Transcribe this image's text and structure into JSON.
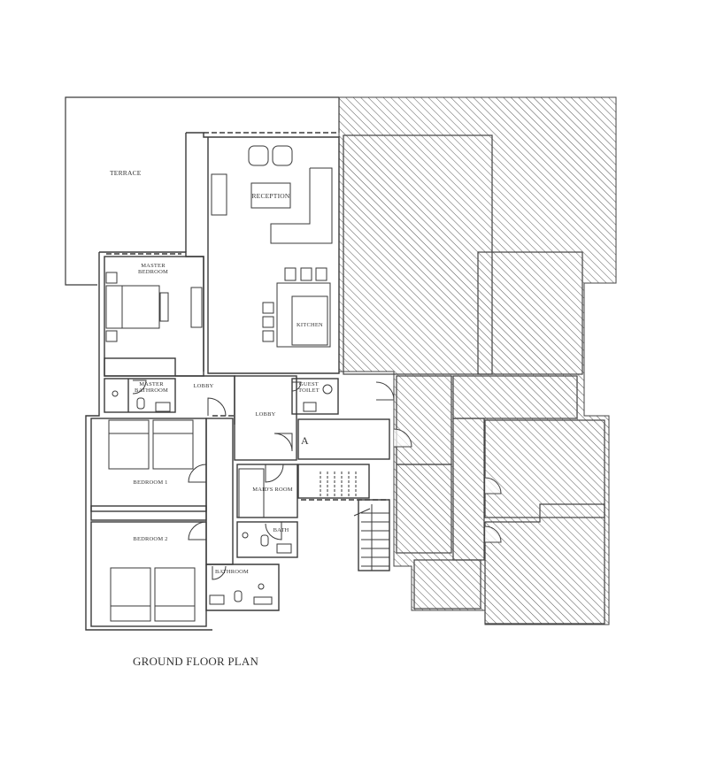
{
  "plan": {
    "title": "GROUND FLOOR PLAN",
    "rooms": {
      "terrace": "TERRACE",
      "reception": "RECEPTION",
      "master_bedroom": "MASTER\nBEDROOM",
      "kitchen": "KITCHEN",
      "master_bathroom": "MASTER\nBATHROOM",
      "lobby_1": "LOBBY",
      "lobby_2": "LOBBY",
      "guest_toilet": "GUEST\nTOILET",
      "bedroom_1": "BEDROOM 1",
      "bedroom_2": "BEDROOM 2",
      "maids_room": "MAID'S ROOM",
      "bath": "BATH",
      "bathroom": "BATHROOM"
    },
    "markers": {
      "section_a": "A"
    },
    "colors": {
      "line": "#3a3a3a",
      "hatch": "#555555",
      "background": "#ffffff"
    }
  }
}
